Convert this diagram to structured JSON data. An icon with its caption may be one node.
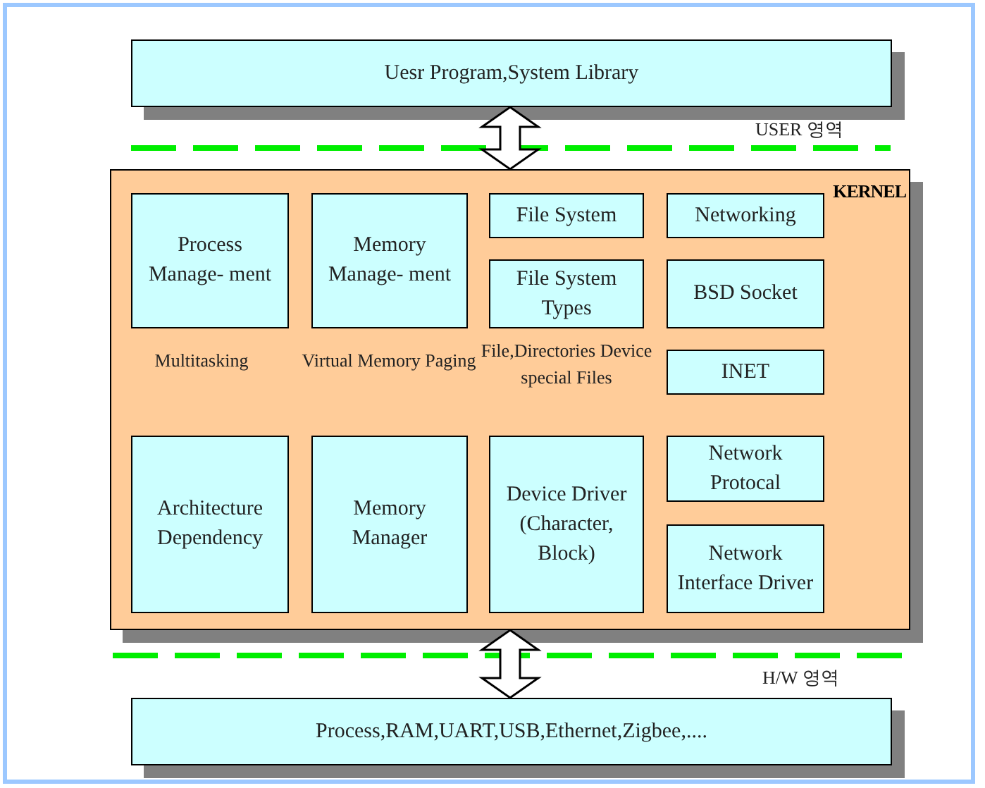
{
  "diagram": {
    "nodes": [
      {
        "text": [
          "Uesr Program,System Library"
        ]
      },
      {
        "text": [
          "KERNEL"
        ]
      },
      {
        "text": [
          "Process Manage- ment"
        ],
        "in": 1,
        "beside": [
          "Multitasking"
        ]
      },
      {
        "text": [
          "Memory Manage- ment"
        ],
        "in": 1,
        "beside": [
          "Virtual Memory Paging"
        ]
      },
      {
        "text": [
          "File System"
        ],
        "in": 1
      },
      {
        "text": [
          "Networking"
        ],
        "in": 1
      },
      {
        "text": [
          "File System Types"
        ],
        "in": 1,
        "beside": [
          "File,Directories Device special Files"
        ]
      },
      {
        "text": [
          "BSD Socket"
        ],
        "in": 1
      },
      {
        "text": [
          "INET"
        ],
        "in": 1
      },
      {
        "text": [
          "Architecture Dependency"
        ],
        "in": 1
      },
      {
        "text": [
          "Memory Manager"
        ],
        "in": 1
      },
      {
        "text": [
          "Device Driver (Character, Block)"
        ],
        "in": 1
      },
      {
        "text": [
          "Network Protocal"
        ],
        "in": 1
      },
      {
        "text": [
          "Network Interface Driver"
        ],
        "in": 1
      },
      {
        "text": [
          "Process,RAM,UART,USB,Ethernet,Zigbee,...."
        ]
      }
    ],
    "edges": [
      {
        "from": 0,
        "to": 1,
        "arrow": "both"
      },
      {
        "from": 1,
        "to": 14,
        "arrow": "both"
      }
    ],
    "labels": [
      "USER 영역",
      "H/W 영역"
    ]
  }
}
